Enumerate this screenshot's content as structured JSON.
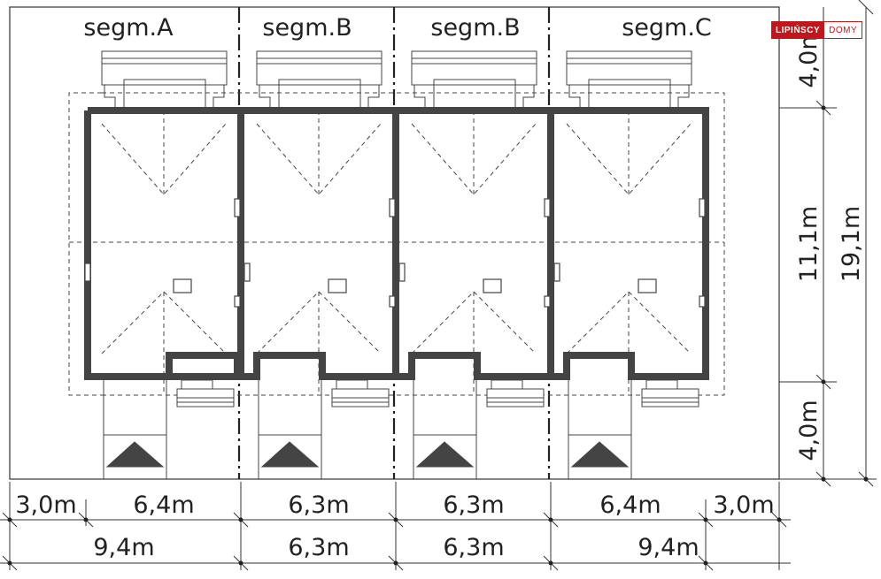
{
  "segments": [
    {
      "label": "segm.A"
    },
    {
      "label": "segm.B"
    },
    {
      "label": "segm.B"
    },
    {
      "label": "segm.C"
    }
  ],
  "logo": {
    "part1": "LIPIŃSCY",
    "part2": "DOMY"
  },
  "dims_right": {
    "top": "4,0m",
    "middle": "11,1m",
    "bottom": "4,0m",
    "total": "19,1m"
  },
  "dims_bottom_row1": [
    "3,0m",
    "6,4m",
    "6,3m",
    "6,3m",
    "6,4m",
    "3,0m"
  ],
  "dims_bottom_row2": [
    "9,4m",
    "6,3m",
    "6,3m",
    "9,4m"
  ],
  "colors": {
    "wall": "#444444",
    "line": "#333333",
    "brand": "#c0161c"
  }
}
